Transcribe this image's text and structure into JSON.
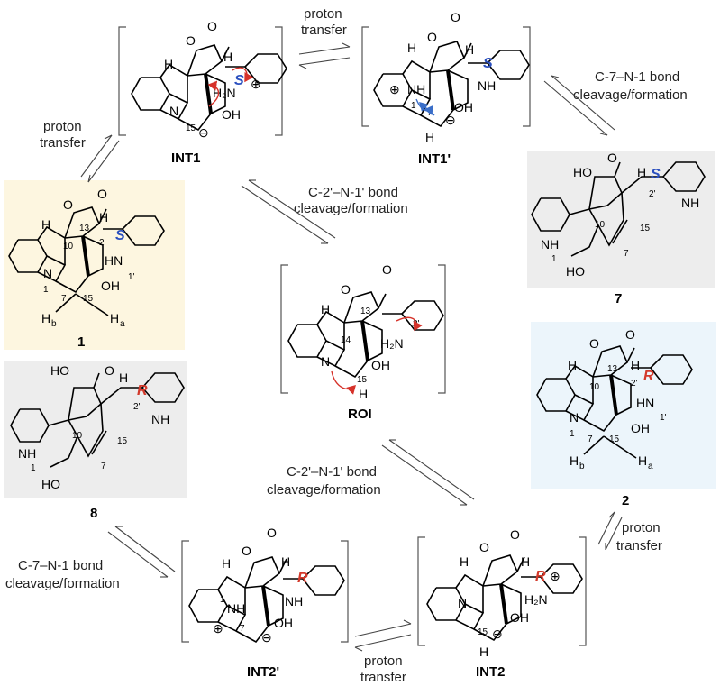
{
  "colors": {
    "panel_yellow": "#fdf6e0",
    "panel_gray": "#ededed",
    "panel_blue": "#ecf5fb",
    "stereo_S": "#2a4fbf",
    "stereo_R": "#d33a2c",
    "mechanism_arrow": "#d6322a",
    "blue_arrow": "#3a6ec8"
  },
  "compounds": {
    "c1": "1",
    "c7": "7",
    "c2": "2",
    "c8": "8",
    "int1": "INT1",
    "int1p": "INT1'",
    "roi": "ROI",
    "int2": "INT2",
    "int2p": "INT2'"
  },
  "labels": {
    "pt_top_1": "proton",
    "pt_top_2": "transfer",
    "pt_left_1": "proton",
    "pt_left_2": "transfer",
    "c7n1_tr_1": "C-7–N-1 bond",
    "c7n1_tr_2": "cleavage/formation",
    "c2n1_mid_1": "C-2'–N-1' bond",
    "c2n1_mid_2": "cleavage/formation",
    "c2n1_low_1": "C-2'–N-1' bond",
    "c2n1_low_2": "cleavage/formation",
    "pt_right_1": "proton",
    "pt_right_2": "transfer",
    "c7n1_bl_1": "C-7–N-1 bond",
    "c7n1_bl_2": "cleavage/formation",
    "pt_bottom_1": "proton",
    "pt_bottom_2": "transfer"
  },
  "stereo": {
    "s": "S",
    "r": "R"
  },
  "atoms": {
    "O": "O",
    "H": "H",
    "N": "N",
    "HO": "HO",
    "OH": "OH",
    "NH": "NH",
    "HN": "HN",
    "H2N": "H₂N",
    "Hb": "H",
    "Ha": "H",
    "b": "b",
    "a": "a"
  },
  "numbering": {
    "n1": "1",
    "n1p": "1'",
    "n2p": "2'",
    "n7": "7",
    "n10": "10",
    "n13": "13",
    "n14": "14",
    "n15": "15"
  },
  "charges": {
    "minus": "⊖",
    "plus": "⊕"
  }
}
